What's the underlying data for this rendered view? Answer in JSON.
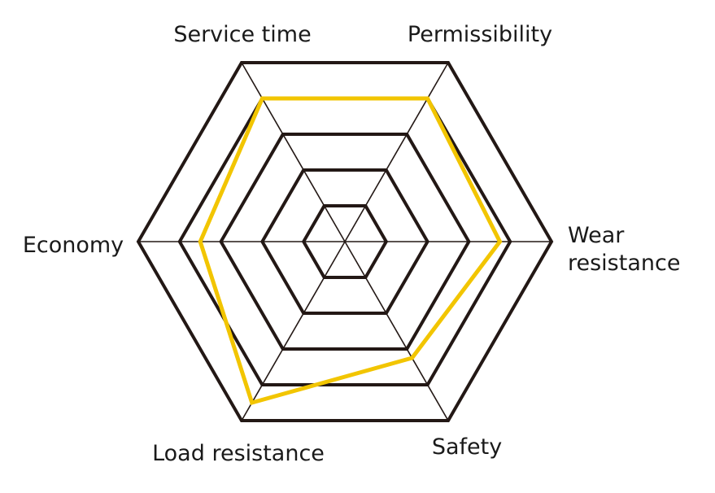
{
  "chart_data": {
    "type": "radar",
    "axes": [
      "Service time",
      "Permissibility",
      "Wear resistance",
      "Safety",
      "Load resistance",
      "Economy"
    ],
    "levels": [
      0.2,
      0.4,
      0.6,
      0.8,
      1.0
    ],
    "series": [
      {
        "values": [
          0.8,
          0.8,
          0.75,
          0.65,
          0.9,
          0.7
        ]
      }
    ],
    "series_color": "#f2c500",
    "grid_color": "#231815",
    "grid": true
  }
}
